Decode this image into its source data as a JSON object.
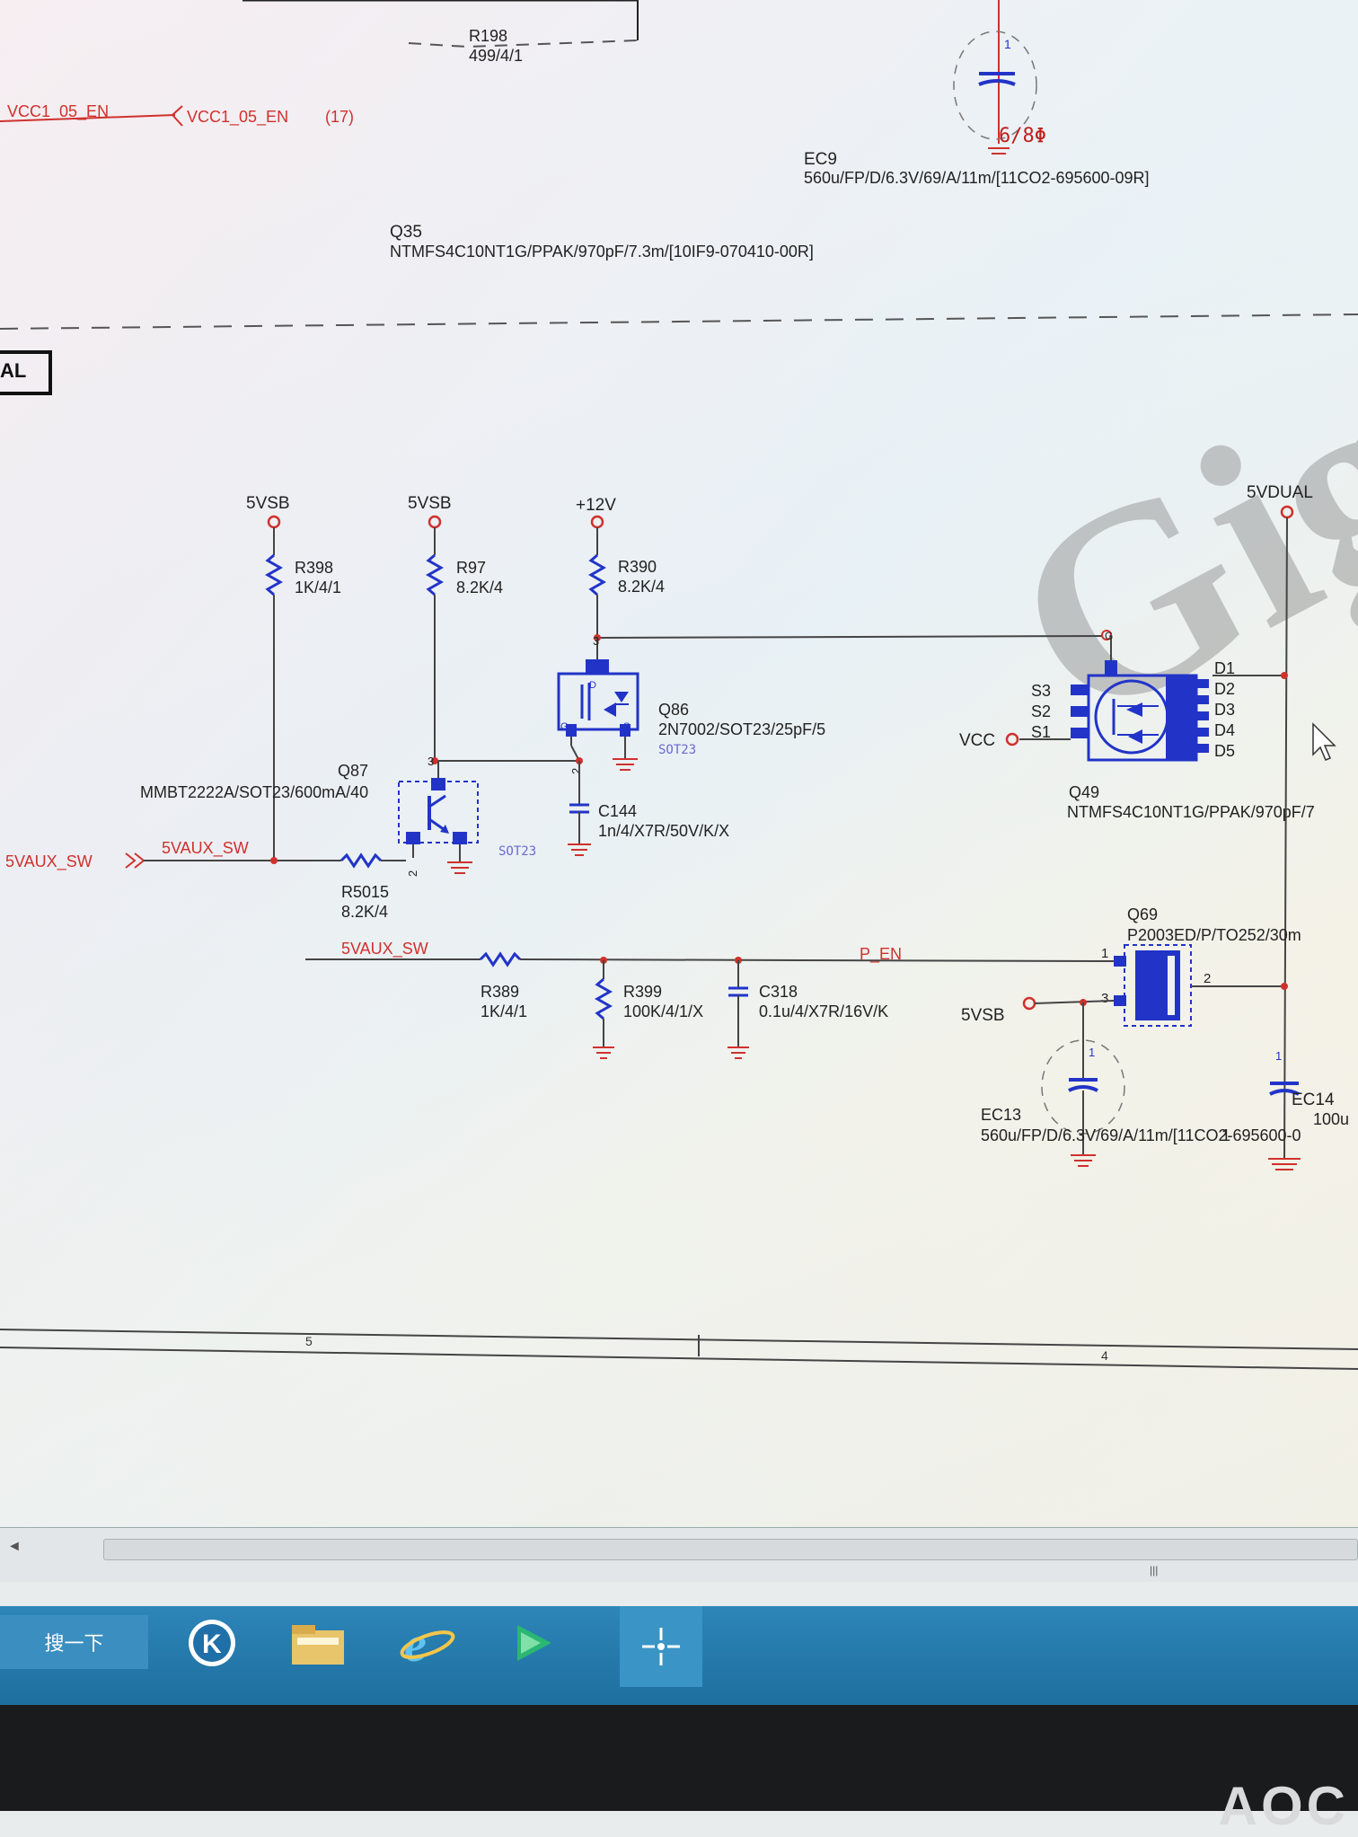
{
  "schematic": {
    "top_block": {
      "r198_ref": "R198",
      "r198_val": "499/4/1",
      "net_vcc105_left": "VCC1_05_EN",
      "net_vcc105_port": "VCC1_05_EN",
      "net_vcc105_page": "(17)",
      "ec9_pin": "1",
      "ec9_net": "6/8Φ",
      "ec9_ref": "EC9",
      "ec9_val": "560u/FP/D/6.3V/69/A/11m/[11CO2-695600-09R]",
      "q35_ref": "Q35",
      "q35_val": "NTMFS4C10NT1G/PPAK/970pF/7.3m/[10IF9-070410-00R]",
      "frame_tag": "AL"
    },
    "power_rails": {
      "r398_rail": "5VSB",
      "r97_rail": "5VSB",
      "r390_rail": "+12V",
      "q49_rail": "5VDUAL"
    },
    "resistors": {
      "r398_ref": "R398",
      "r398_val": "1K/4/1",
      "r97_ref": "R97",
      "r97_val": "8.2K/4",
      "r390_ref": "R390",
      "r390_val": "8.2K/4",
      "r5015_ref": "R5015",
      "r5015_val": "8.2K/4",
      "r389_ref": "R389",
      "r389_val": "1K/4/1",
      "r399_ref": "R399",
      "r399_val": "100K/4/1/X"
    },
    "capacitors": {
      "c144_ref": "C144",
      "c144_val": "1n/4/X7R/50V/K/X",
      "c318_ref": "C318",
      "c318_val": "0.1u/4/X7R/16V/K",
      "ec13_ref": "EC13",
      "ec13_val": "560u/FP/D/6.3V/69/A/11m/[11CO2-695600-0",
      "ec13_pin": "1",
      "ec14_ref": "EC14",
      "ec14_val": "100u",
      "ec14_val2": "1",
      "ec14_pin": "1"
    },
    "transistors": {
      "q87_ref": "Q87",
      "q87_val": "MMBT2222A/SOT23/600mA/40",
      "q87_pkg": "SOT23",
      "q87_pin_c": "3",
      "q87_pin_e": "2",
      "q86_ref": "Q86",
      "q86_val": "2N7002/SOT23/25pF/5",
      "q86_pkg": "SOT23",
      "q86_pin_d": "3",
      "q86_pin_s": "2",
      "q86_d": "D",
      "q86_g": "G",
      "q86_s": "S",
      "q49_ref": "Q49",
      "q49_val": "NTMFS4C10NT1G/PPAK/970pF/7",
      "q49_pins": [
        "S3",
        "S2",
        "S1",
        "D1",
        "D2",
        "D3",
        "D4",
        "D5"
      ],
      "q49_gate_pin": "G",
      "q69_ref": "Q69",
      "q69_val": "P2003ED/P/TO252/30m",
      "q69_pin1": "1",
      "q69_pin2": "2",
      "q69_pin3": "3"
    },
    "nets": {
      "in_port": "5VAUX_SW",
      "aux_sw_1": "5VAUX_SW",
      "aux_sw_2": "5VAUX_SW",
      "p_en": "P_EN",
      "vcc": "VCC",
      "q69_5vsb": "5VSB"
    },
    "watermark": "Gig",
    "frame_zone_left": "5",
    "frame_zone_right": "4"
  },
  "taskbar": {
    "search_label": "搜一下",
    "icons": [
      "k-app-icon",
      "file-explorer-icon",
      "internet-explorer-icon",
      "media-player-icon",
      "network-icon"
    ]
  },
  "bezel": {
    "brand": "AOC"
  },
  "scrollbar": {
    "left_arrow": "◄",
    "grip": "|||"
  }
}
